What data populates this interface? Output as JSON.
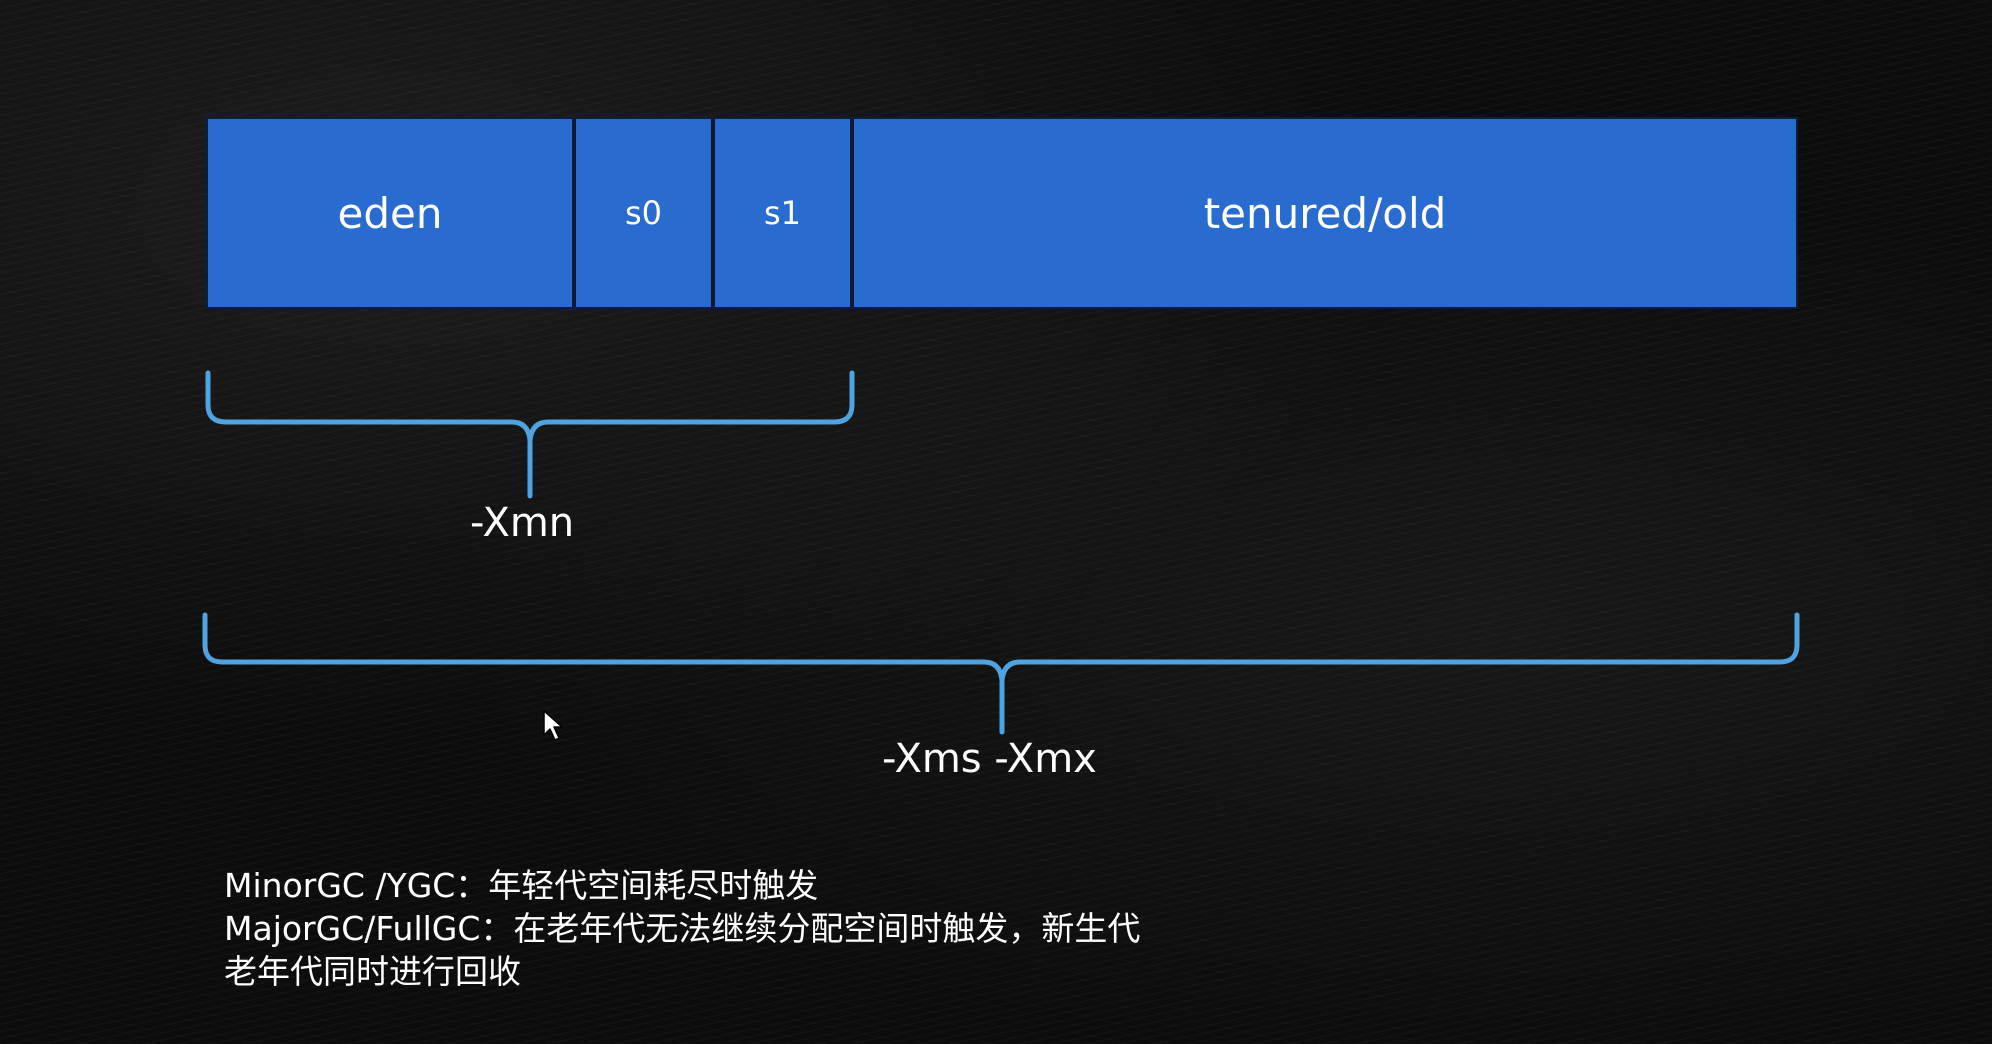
{
  "heap": {
    "segments": [
      {
        "label": "eden"
      },
      {
        "label": "s0"
      },
      {
        "label": "s1"
      },
      {
        "label": "tenured/old"
      }
    ]
  },
  "braces": {
    "young_label": "-Xmn",
    "total_label": "-Xms -Xmx"
  },
  "notes": [
    "MinorGC /YGC：年轻代空间耗尽时触发",
    "MajorGC/FullGC：在老年代无法继续分配空间时触发，新生代",
    "老年代同时进行回收"
  ],
  "colors": {
    "segment_fill": "#2a6bcf",
    "brace": "#4fa3e0",
    "text": "#ffffff",
    "background": "#0c0c0c"
  },
  "icons": {
    "cursor": "mouse-pointer-icon"
  }
}
